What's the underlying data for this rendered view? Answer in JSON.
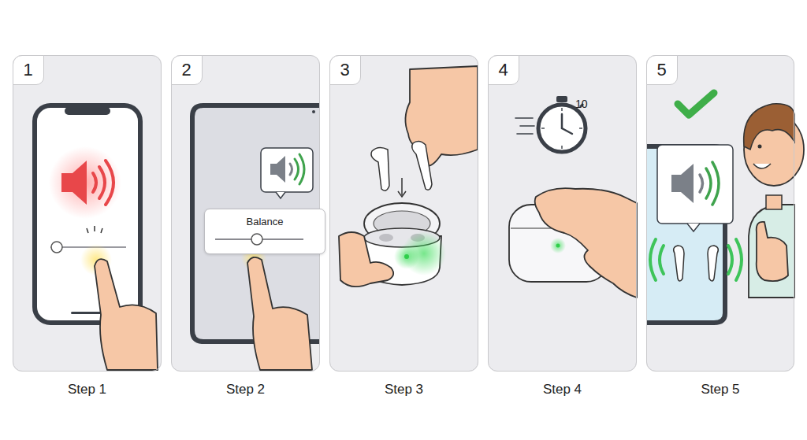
{
  "diagram": {
    "nodes": [
      {
        "text": [
          "1",
          "Step 1"
        ]
      },
      {
        "text": [
          "2",
          "Step 2"
        ]
      },
      {
        "text": [
          "Balance"
        ],
        "in": 1
      },
      {
        "text": [
          "3",
          "Step 3"
        ]
      },
      {
        "text": [
          "4",
          "Step 4"
        ]
      },
      {
        "text": [
          "5",
          "Step 5"
        ]
      }
    ],
    "labels": [
      "10"
    ]
  }
}
